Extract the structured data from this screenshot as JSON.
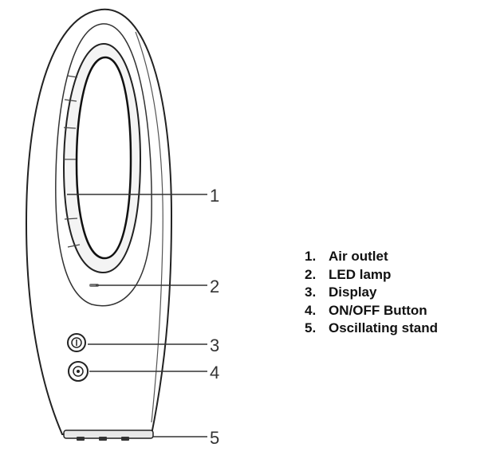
{
  "callouts": [
    {
      "number": "1"
    },
    {
      "number": "2"
    },
    {
      "number": "3"
    },
    {
      "number": "4"
    },
    {
      "number": "5"
    }
  ],
  "legend": [
    {
      "number": "1.",
      "label": "Air outlet"
    },
    {
      "number": "2.",
      "label": "LED lamp"
    },
    {
      "number": "3.",
      "label": "Display"
    },
    {
      "number": "4.",
      "label": "ON/OFF Button"
    },
    {
      "number": "5.",
      "label": "Oscillating stand"
    }
  ]
}
